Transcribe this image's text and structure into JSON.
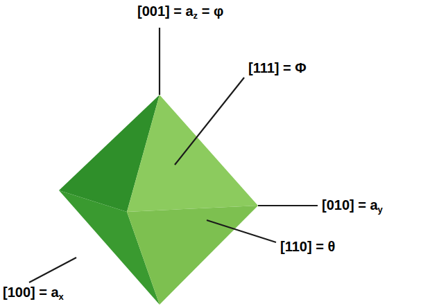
{
  "diagram": {
    "labels": [
      "[001] = az = φ",
      "[111] = Φ",
      "[010] = ay",
      "[110] = θ",
      "[100] = ax"
    ]
  }
}
